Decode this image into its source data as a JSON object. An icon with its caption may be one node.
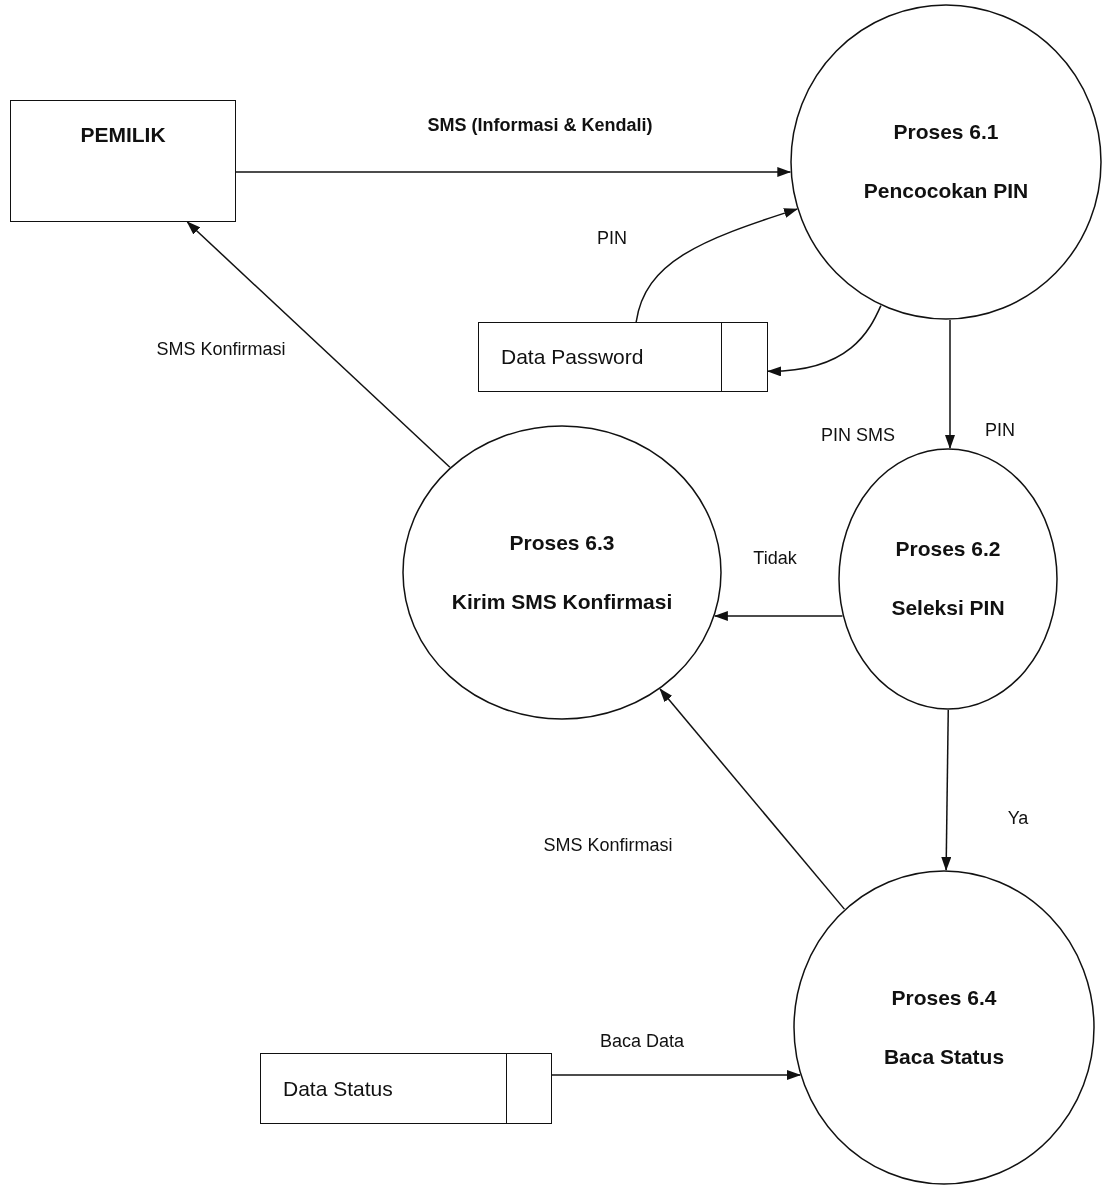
{
  "diagram": {
    "nodes": [
      {
        "text": [
          "PEMILIK"
        ]
      },
      {
        "text": [
          "Proses 6.1",
          "Pencocokan PIN"
        ]
      },
      {
        "text": [
          "Data Password"
        ]
      },
      {
        "text": [
          "Proses 6.2",
          "Seleksi PIN"
        ]
      },
      {
        "text": [
          "Proses 6.3",
          "Kirim SMS Konfirmasi"
        ]
      },
      {
        "text": [
          "Proses 6.4",
          "Baca Status"
        ]
      },
      {
        "text": [
          "Data Status"
        ]
      }
    ],
    "edges": [
      {
        "from": 0,
        "to": 1,
        "arrow": "to",
        "label": "SMS (Informasi & Kendali)"
      },
      {
        "from": 2,
        "to": 1,
        "arrow": "to",
        "label": "PIN"
      },
      {
        "from": 1,
        "to": 2,
        "arrow": "to"
      },
      {
        "from": 1,
        "to": 3,
        "arrow": "to",
        "label": "PIN"
      },
      {
        "from": 3,
        "to": 4,
        "arrow": "to",
        "label": "Tidak"
      },
      {
        "from": 3,
        "to": 5,
        "arrow": "to",
        "label": "Ya"
      },
      {
        "from": 5,
        "to": 4,
        "arrow": "to",
        "label": "SMS Konfirmasi"
      },
      {
        "from": 4,
        "to": 0,
        "arrow": "to",
        "label": "SMS Konfirmasi"
      },
      {
        "from": 6,
        "to": 5,
        "arrow": "to",
        "label": "Baca Data"
      }
    ],
    "labels": [
      "PIN SMS"
    ]
  }
}
